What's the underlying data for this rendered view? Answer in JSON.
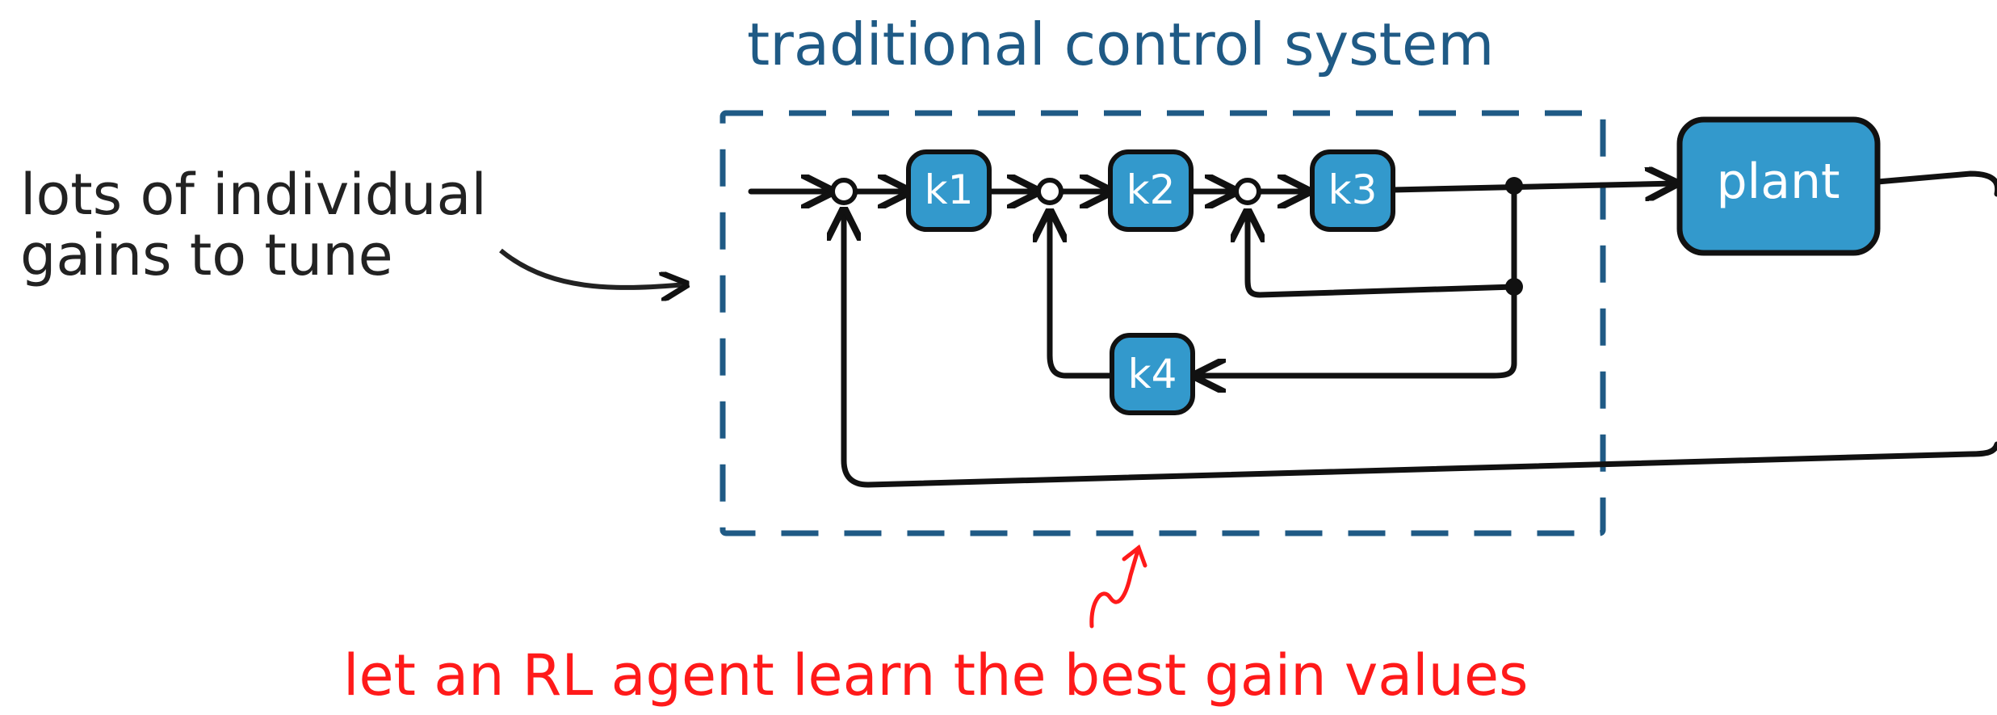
{
  "title": "traditional control system",
  "left_note": {
    "line1": "lots of individual",
    "line2": "gains to tune"
  },
  "bottom_note": "let an RL agent learn the best gain values",
  "blocks": {
    "k1": "k1",
    "k2": "k2",
    "k3": "k3",
    "k4": "k4",
    "plant": "plant"
  },
  "colors": {
    "title": "#1f5a85",
    "dashed_box": "#1f5a85",
    "block_fill": "#3399cc",
    "block_stroke": "#111111",
    "line": "#111111",
    "note": "#222222",
    "annotation": "#ff1a1a"
  }
}
